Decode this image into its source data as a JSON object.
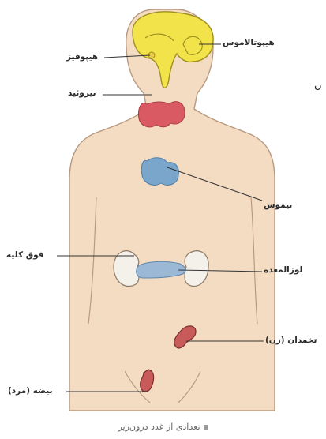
{
  "labels": {
    "hypothalamus": "هیپوتالاموس",
    "pituitary": "هیپوفیز",
    "thyroid": "تیروئید",
    "thymus": "تیموس",
    "adrenal": "فوق کلیه",
    "pancreas": "لوزالمعده",
    "ovary": "تخمدان (زن)",
    "testis": "بیضه (مرد)"
  },
  "stray_text": "ن",
  "caption": "تعدادی از غدد درون‌ریز",
  "colors": {
    "skin": "#f4dcc3",
    "skin_outline": "#b89a80",
    "brain": "#f3e34a",
    "brain_outline": "#9c8f1d",
    "thyroid": "#d95a62",
    "thymus": "#7aa6cc",
    "kidney": "#f4f1ea",
    "pancreas": "#9bb9d6",
    "ovary": "#c85a5a"
  }
}
